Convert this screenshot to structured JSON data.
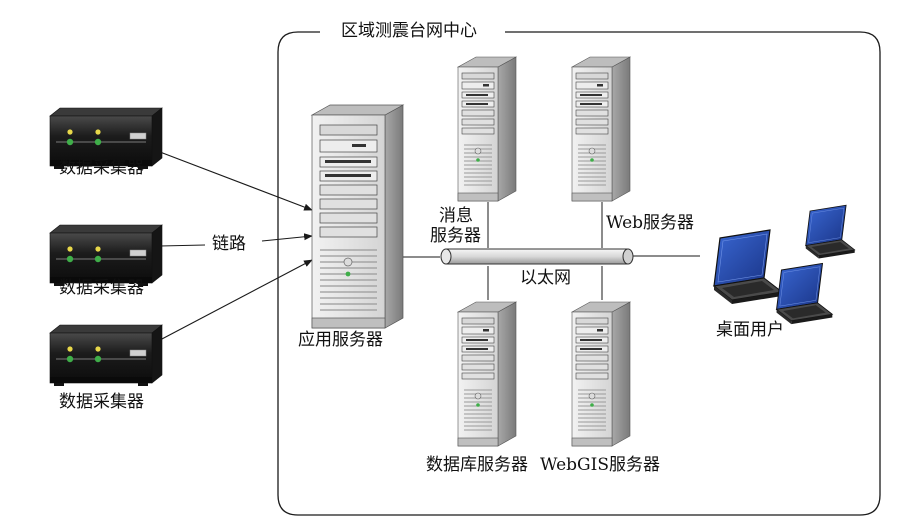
{
  "title": "区域测震台网中心",
  "collectors": [
    {
      "label": "数据采集器"
    },
    {
      "label": "数据采集器"
    },
    {
      "label": "数据采集器"
    }
  ],
  "link_label": "链路",
  "app_server_label": "应用服务器",
  "message_server_label_line1": "消息",
  "message_server_label_line2": "服务器",
  "web_server_label": "Web服务器",
  "ethernet_label": "以太网",
  "db_server_label": "数据库服务器",
  "webgis_server_label": "WebGIS服务器",
  "desktop_users_label": "桌面用户",
  "colors": {
    "line": "#1a1a1a",
    "server_light": "#e8e8e8",
    "server_mid": "#c9c9c9",
    "server_dark": "#8a8a8a",
    "collector_body": "#222222",
    "indicator_green": "#3fae49",
    "indicator_yellow": "#e8d84a",
    "laptop_screen": "#2748a8"
  }
}
